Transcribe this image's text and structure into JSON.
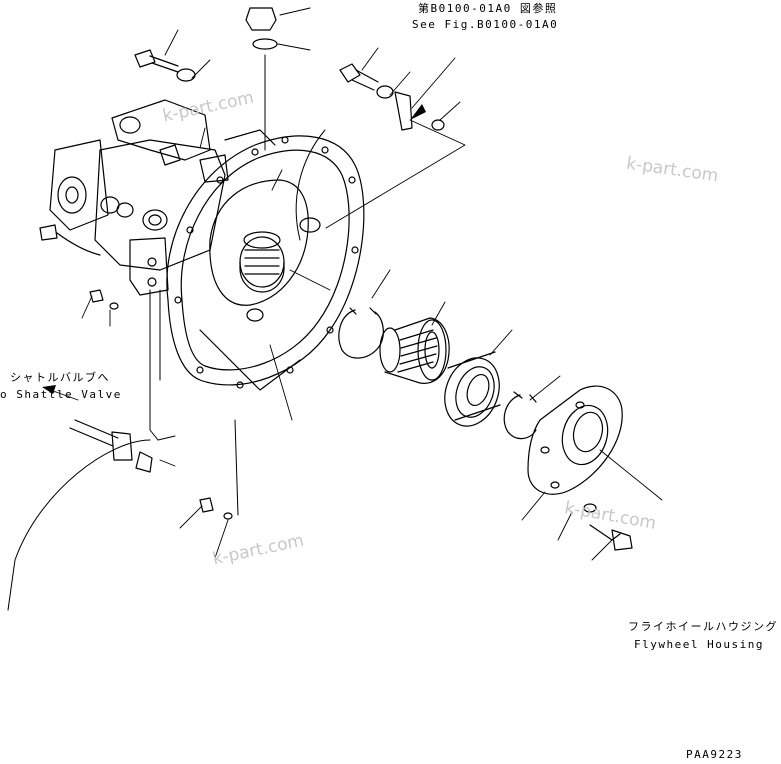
{
  "figure": {
    "ref_jp": "第B0100-01A0 図参照",
    "ref_en": "See Fig.B0100-01A0",
    "shuttle_jp": "シャトルバルブへ",
    "shuttle_en": "o Shattle Valve",
    "flywheel_jp": "フライホイールハウジング",
    "flywheel_en": "Flywheel Housing",
    "drawing_code": "PAA9223"
  },
  "watermarks": [
    "k-part.com",
    "k-part.com",
    "k-part.com",
    "k-part.com"
  ],
  "colors": {
    "line": "#000000",
    "watermark": "#c8c8c8",
    "background": "#ffffff"
  }
}
